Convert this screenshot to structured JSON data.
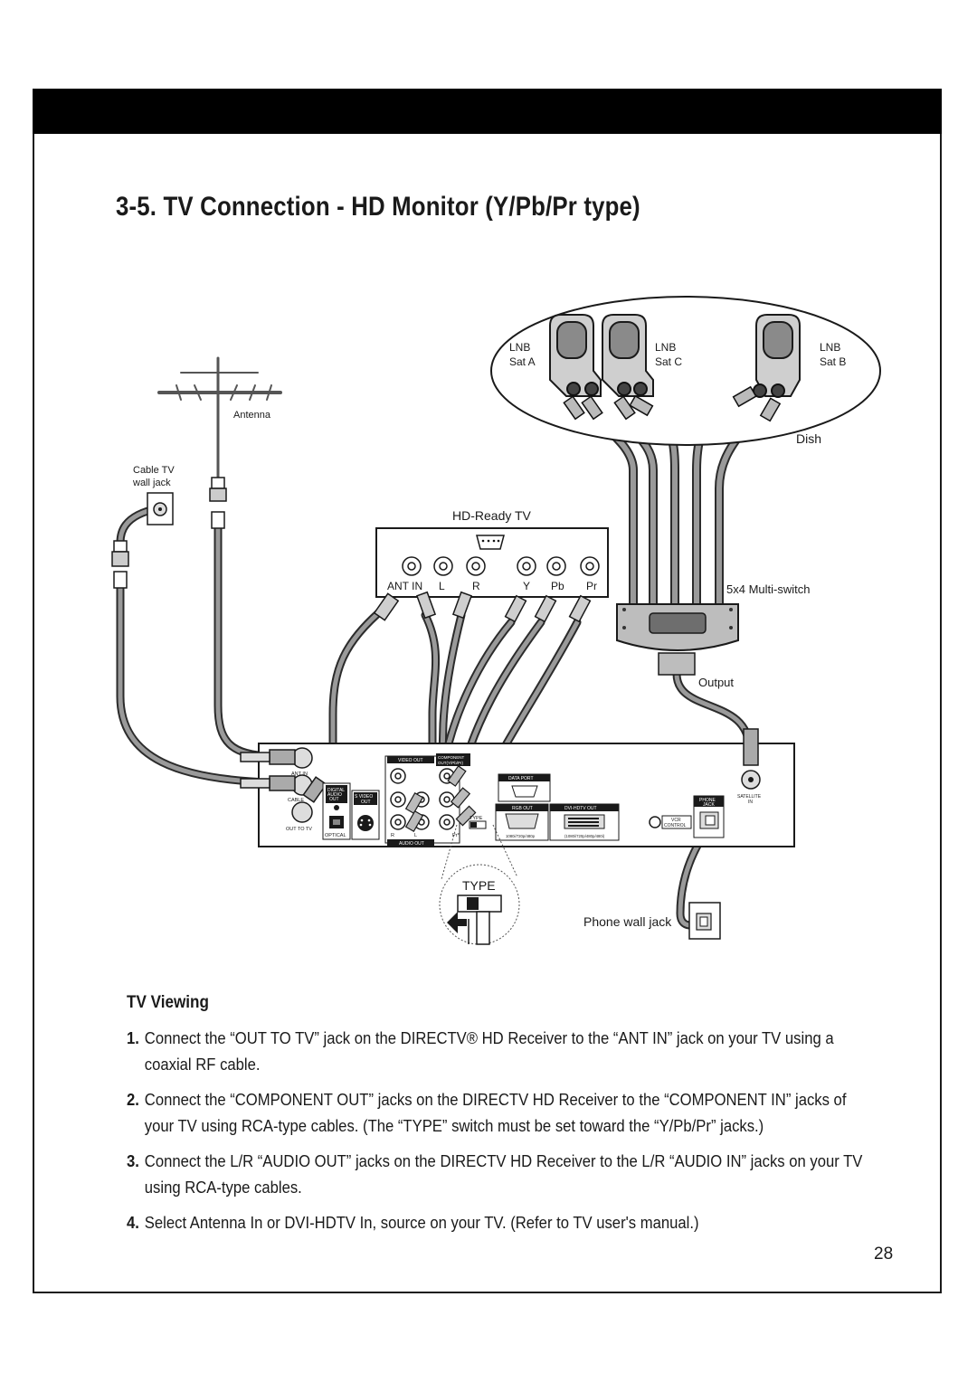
{
  "page": {
    "title": "3-5. TV Connection - HD Monitor (Y/Pb/Pr type)",
    "page_number": "28"
  },
  "diagram": {
    "dish": {
      "label": "Dish",
      "lnbs": [
        {
          "label": "LNB",
          "sat": "Sat A"
        },
        {
          "label": "LNB",
          "sat": "Sat C"
        },
        {
          "label": "LNB",
          "sat": "Sat B"
        }
      ]
    },
    "antenna_label": "Antenna",
    "cable_tv_wall_jack": [
      "Cable TV",
      "wall jack"
    ],
    "tv": {
      "label": "HD-Ready TV",
      "jacks": [
        "ANT IN",
        "L",
        "R",
        "Y",
        "Pb",
        "Pr"
      ]
    },
    "multiswitch": {
      "label": "5x4 Multi-switch",
      "output_label": "Output"
    },
    "receiver": {
      "labels": {
        "ant_in": "ANT IN",
        "cable": "CABLE",
        "out_to_tv": "OUT TO TV",
        "digital_audio": [
          "DIGITAL",
          "AUDIO",
          "OUT"
        ],
        "optical": "OPTICAL",
        "s_video": [
          "S VIDEO",
          "OUT"
        ],
        "video_out": "VIDEO OUT",
        "component": [
          "COMPONENT",
          "OUT(Y/Pb/Pr)"
        ],
        "audio_out": "AUDIO OUT",
        "r": "R",
        "l": "L",
        "type": "TYPE",
        "pr": "Pr*",
        "data_port": "DATA PORT",
        "rgb_out": "RGB OUT",
        "dvi_hdtv_out": "DVI-HDTV OUT",
        "rgb_res": "1080i/720p/480p",
        "dvi_res": "(1080i/720p/480p/480i)",
        "vcr_control": [
          "VCR",
          "CONTROL"
        ],
        "phone_jack": [
          "PHONE",
          "JACK"
        ],
        "satellite_in": [
          "SATELLITE",
          "IN"
        ]
      }
    },
    "type_switch_label": "TYPE",
    "phone_wall_jack": "Phone wall jack"
  },
  "instructions": {
    "heading": "TV Viewing",
    "steps": [
      {
        "num": "1.",
        "text": "Connect the “OUT TO TV” jack on the DIRECTV® HD Receiver to the “ANT IN” jack on your TV using a coaxial RF cable."
      },
      {
        "num": "2.",
        "text": "Connect the “COMPONENT OUT” jacks on the DIRECTV HD Receiver to the “COMPONENT IN” jacks of your TV using RCA-type cables. (The “TYPE” switch must be set toward the “Y/Pb/Pr” jacks.)"
      },
      {
        "num": "3.",
        "text": "Connect the L/R “AUDIO OUT” jacks on  the DIRECTV HD Receiver to the L/R “AUDIO IN” jacks on your TV using RCA-type cables."
      },
      {
        "num": "4.",
        "text": "Select Antenna In or DVI-HDTV In, source on your TV. (Refer to TV user's manual.)"
      }
    ]
  }
}
